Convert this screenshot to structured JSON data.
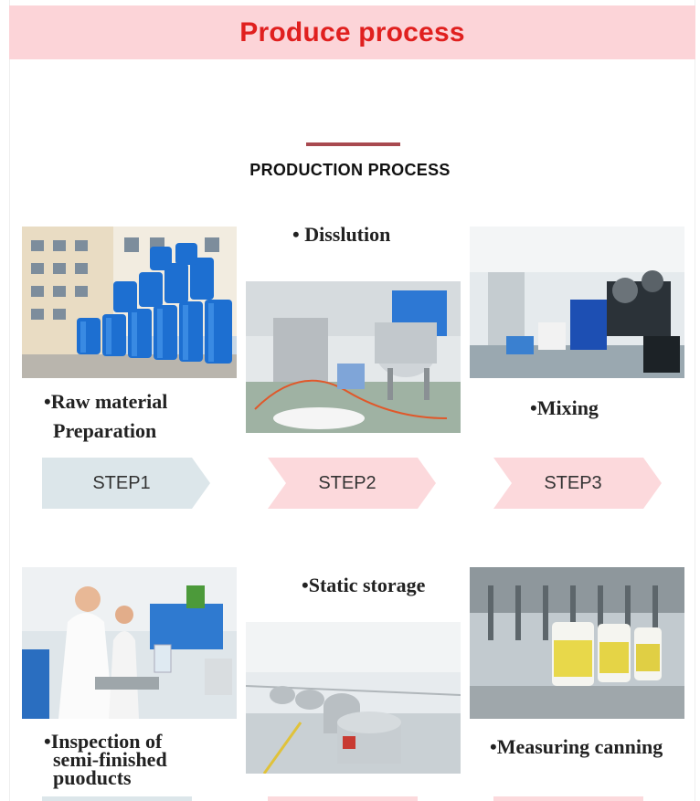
{
  "banner": {
    "title": "Produce process"
  },
  "section": {
    "subtitle": "PRODUCTION PROCESS"
  },
  "steps": [
    {
      "label": "STEP1",
      "color": "#dce6ea"
    },
    {
      "label": "STEP2",
      "color": "#fcd9dc"
    },
    {
      "label": "STEP3",
      "color": "#fcd9dc"
    }
  ],
  "captions": {
    "raw_material_line1": "•Raw material",
    "raw_material_line2": "Preparation",
    "disslution": "• Disslution",
    "mixing": "•Mixing",
    "inspection_line1": "•Inspection of",
    "inspection_line2": "semi-finished",
    "inspection_line3": "puoducts",
    "static_storage": "•Static storage",
    "measuring_canning": "•Measuring canning"
  },
  "colors": {
    "banner_bg": "#fcd4d8",
    "banner_text": "#e0201f",
    "divider": "#a8494f"
  }
}
